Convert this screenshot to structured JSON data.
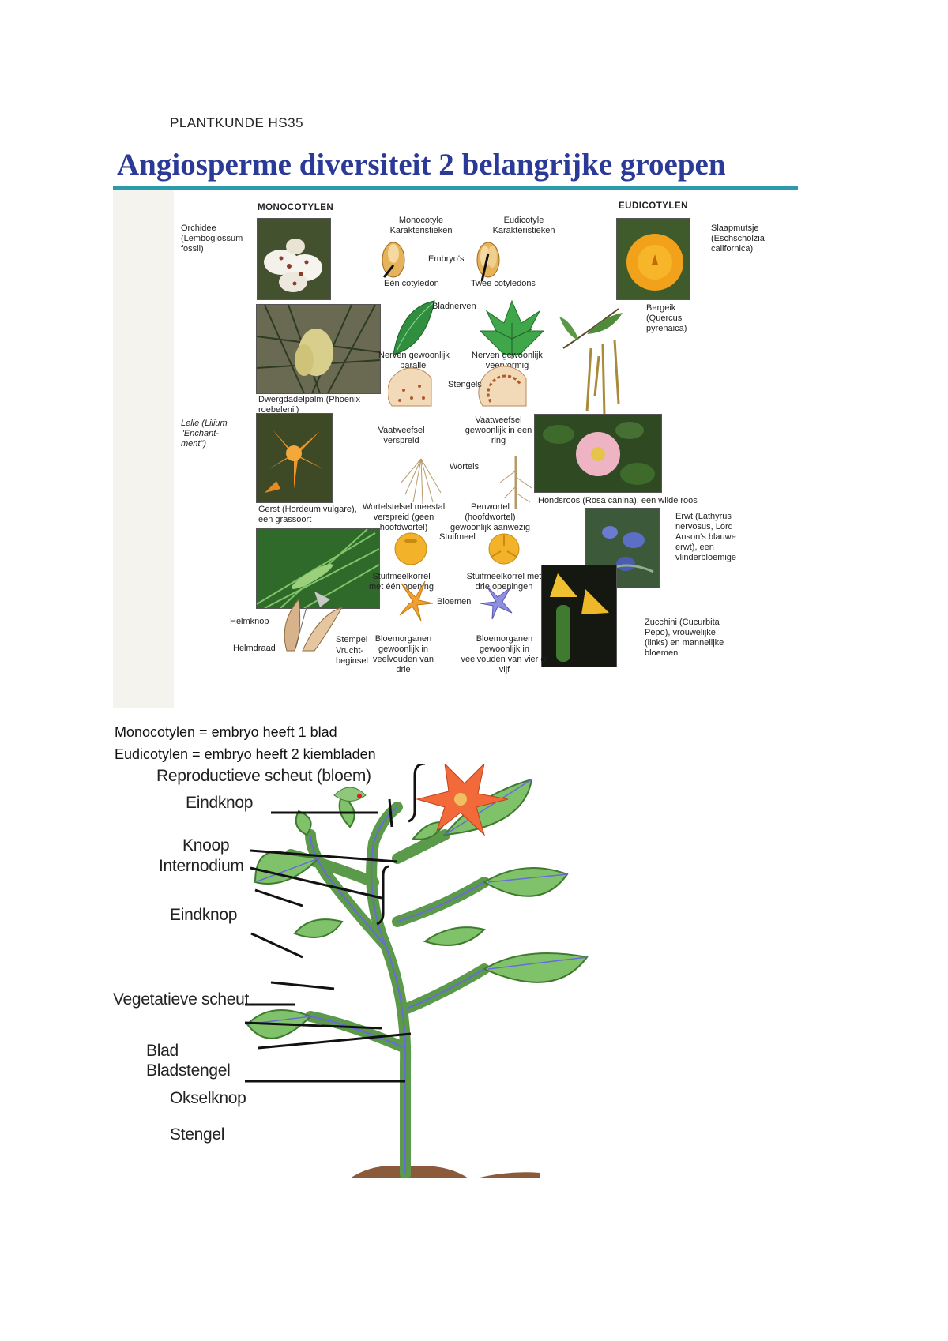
{
  "header": {
    "text": "PLANTKUNDE  HS35"
  },
  "slide": {
    "title": "Angiosperme diversiteit 2 belangrijke groepen",
    "mono_header": "MONOCOTYLEN",
    "eudi_header": "EUDICOTYLEN",
    "mono_char": "Monocotyle Karakteristieken",
    "eudi_char": "Eudicotyle Karakteristieken",
    "labels": {
      "orchid": "Orchidee (Lemboglossum fossii)",
      "poppy": "Slaapmutsje (Eschscholzia californica)",
      "embryos": "Embryo's",
      "one_cotyledon": "Eén cotyledon",
      "two_cotyledons": "Twee cotyledons",
      "oak": "Bergeik (Quercus pyrenaica)",
      "leaf_veins": "Bladnerven",
      "veins_parallel": "Nerven gewoonlijk parallel",
      "veins_net": "Nerven gewoonlijk veervormig",
      "palm": "Dwergdadelpalm (Phoenix roebelenii)",
      "stems": "Stengels",
      "lily": "Lelie (Lilium \"Enchant-ment\")",
      "vasc_scattered": "Vaatweefsel verspreid",
      "vasc_ring": "Vaatweefsel gewoonlijk in een ring",
      "roots": "Wortels",
      "dog_rose": "Hondsroos (Rosa canina), een wilde roos",
      "roots_fibrous": "Wortelstelsel meestal verspreid (geen hoofdwortel)",
      "taproot": "Penwortel (hoofdwortel) gewoonlijk aanwezig",
      "barley": "Gerst (Hordeum vulgare), een grassoort",
      "pea": "Erwt (Lathyrus nervosus, Lord Anson's blauwe erwt), een vlinderbloemige",
      "pollen": "Stuifmeel",
      "pollen_one": "Stuifmeelkorrel met één opening",
      "pollen_three": "Stuifmeelkorrel met drie openingen",
      "flowers": "Bloemen",
      "anther": "Helmknop",
      "filament": "Helmdraad",
      "stigma": "Stempel",
      "ovary": "Vrucht-beginsel",
      "flower_three": "Bloemorganen gewoonlijk in veelvouden van drie",
      "flower_fourfive": "Bloemorganen gewoonlijk in veelvouden van vier of vijf",
      "zucchini": "Zucchini (Cucurbita Pepo), vrouwelijke (links) en mannelijke bloemen"
    }
  },
  "body": {
    "line1": "Monocotylen = embryo heeft 1 blad",
    "line2": "Eudicotylen = embryo heeft 2 kiembladen"
  },
  "plant": {
    "labels": {
      "repro": "Reproductieve scheut (bloem)",
      "eindknop1": "Eindknop",
      "knoop": "Knoop",
      "internodium": "Internodium",
      "eindknop2": "Eindknop",
      "veg": "Vegetatieve scheut",
      "blad": "Blad",
      "bladstengel": "Bladstengel",
      "okselknop": "Okselknop",
      "stengel": "Stengel"
    }
  }
}
